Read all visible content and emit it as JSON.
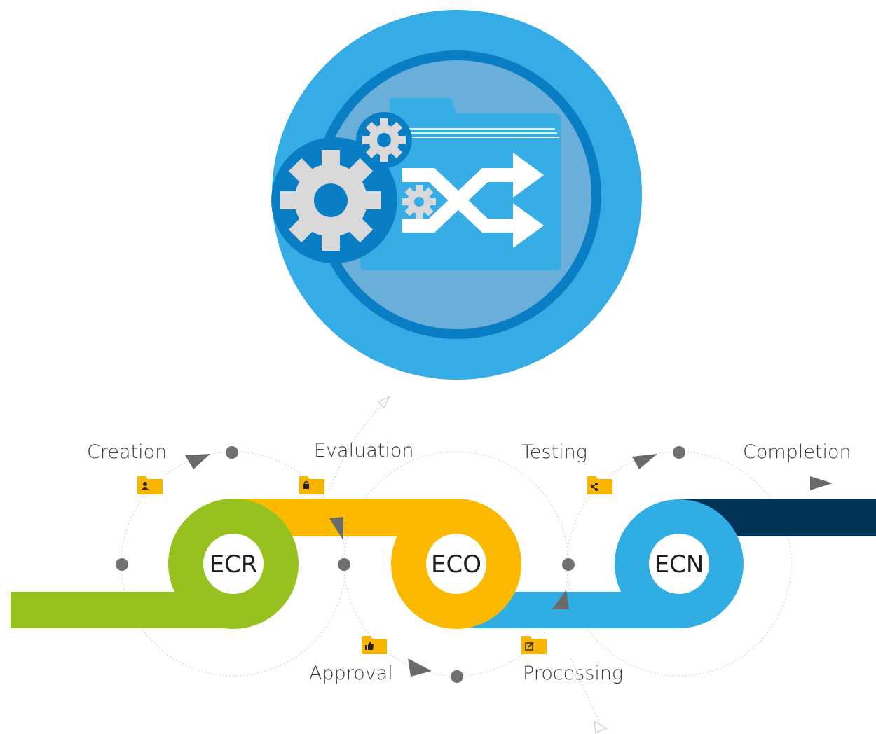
{
  "colors": {
    "circle_outer": "#36ace6",
    "circle_ring": "#0a7ec4",
    "circle_inner": "#6aafda",
    "folder": "#37ade6",
    "gear": "#d9d9d9",
    "ecr": "#96c11f",
    "eco": "#fbb900",
    "ecn": "#30aee4",
    "dark_band": "#003356",
    "dot": "#707070",
    "arrow": "#6a6a6a",
    "folder_icon": "#f7b500"
  },
  "hero": {
    "icon": "engineering-change-folder-icon",
    "gear_icons": [
      "gear-icon",
      "gear-icon",
      "gear-icon"
    ],
    "shuffle_icon": "shuffle-arrows-icon"
  },
  "nodes": [
    {
      "id": "ecr",
      "label": "ECR",
      "color": "#96c11f"
    },
    {
      "id": "eco",
      "label": "ECO",
      "color": "#fbb900"
    },
    {
      "id": "ecn",
      "label": "ECN",
      "color": "#30aee4"
    }
  ],
  "stages": [
    {
      "id": "creation",
      "label": "Creation",
      "icon": "user-folder-icon"
    },
    {
      "id": "evaluation",
      "label": "Evaluation",
      "icon": "lock-folder-icon"
    },
    {
      "id": "testing",
      "label": "Testing",
      "icon": "share-folder-icon"
    },
    {
      "id": "completion",
      "label": "Completion",
      "icon": ""
    },
    {
      "id": "approval",
      "label": "Approval",
      "icon": "thumbs-up-folder-icon"
    },
    {
      "id": "processing",
      "label": "Processing",
      "icon": "edit-folder-icon"
    }
  ]
}
